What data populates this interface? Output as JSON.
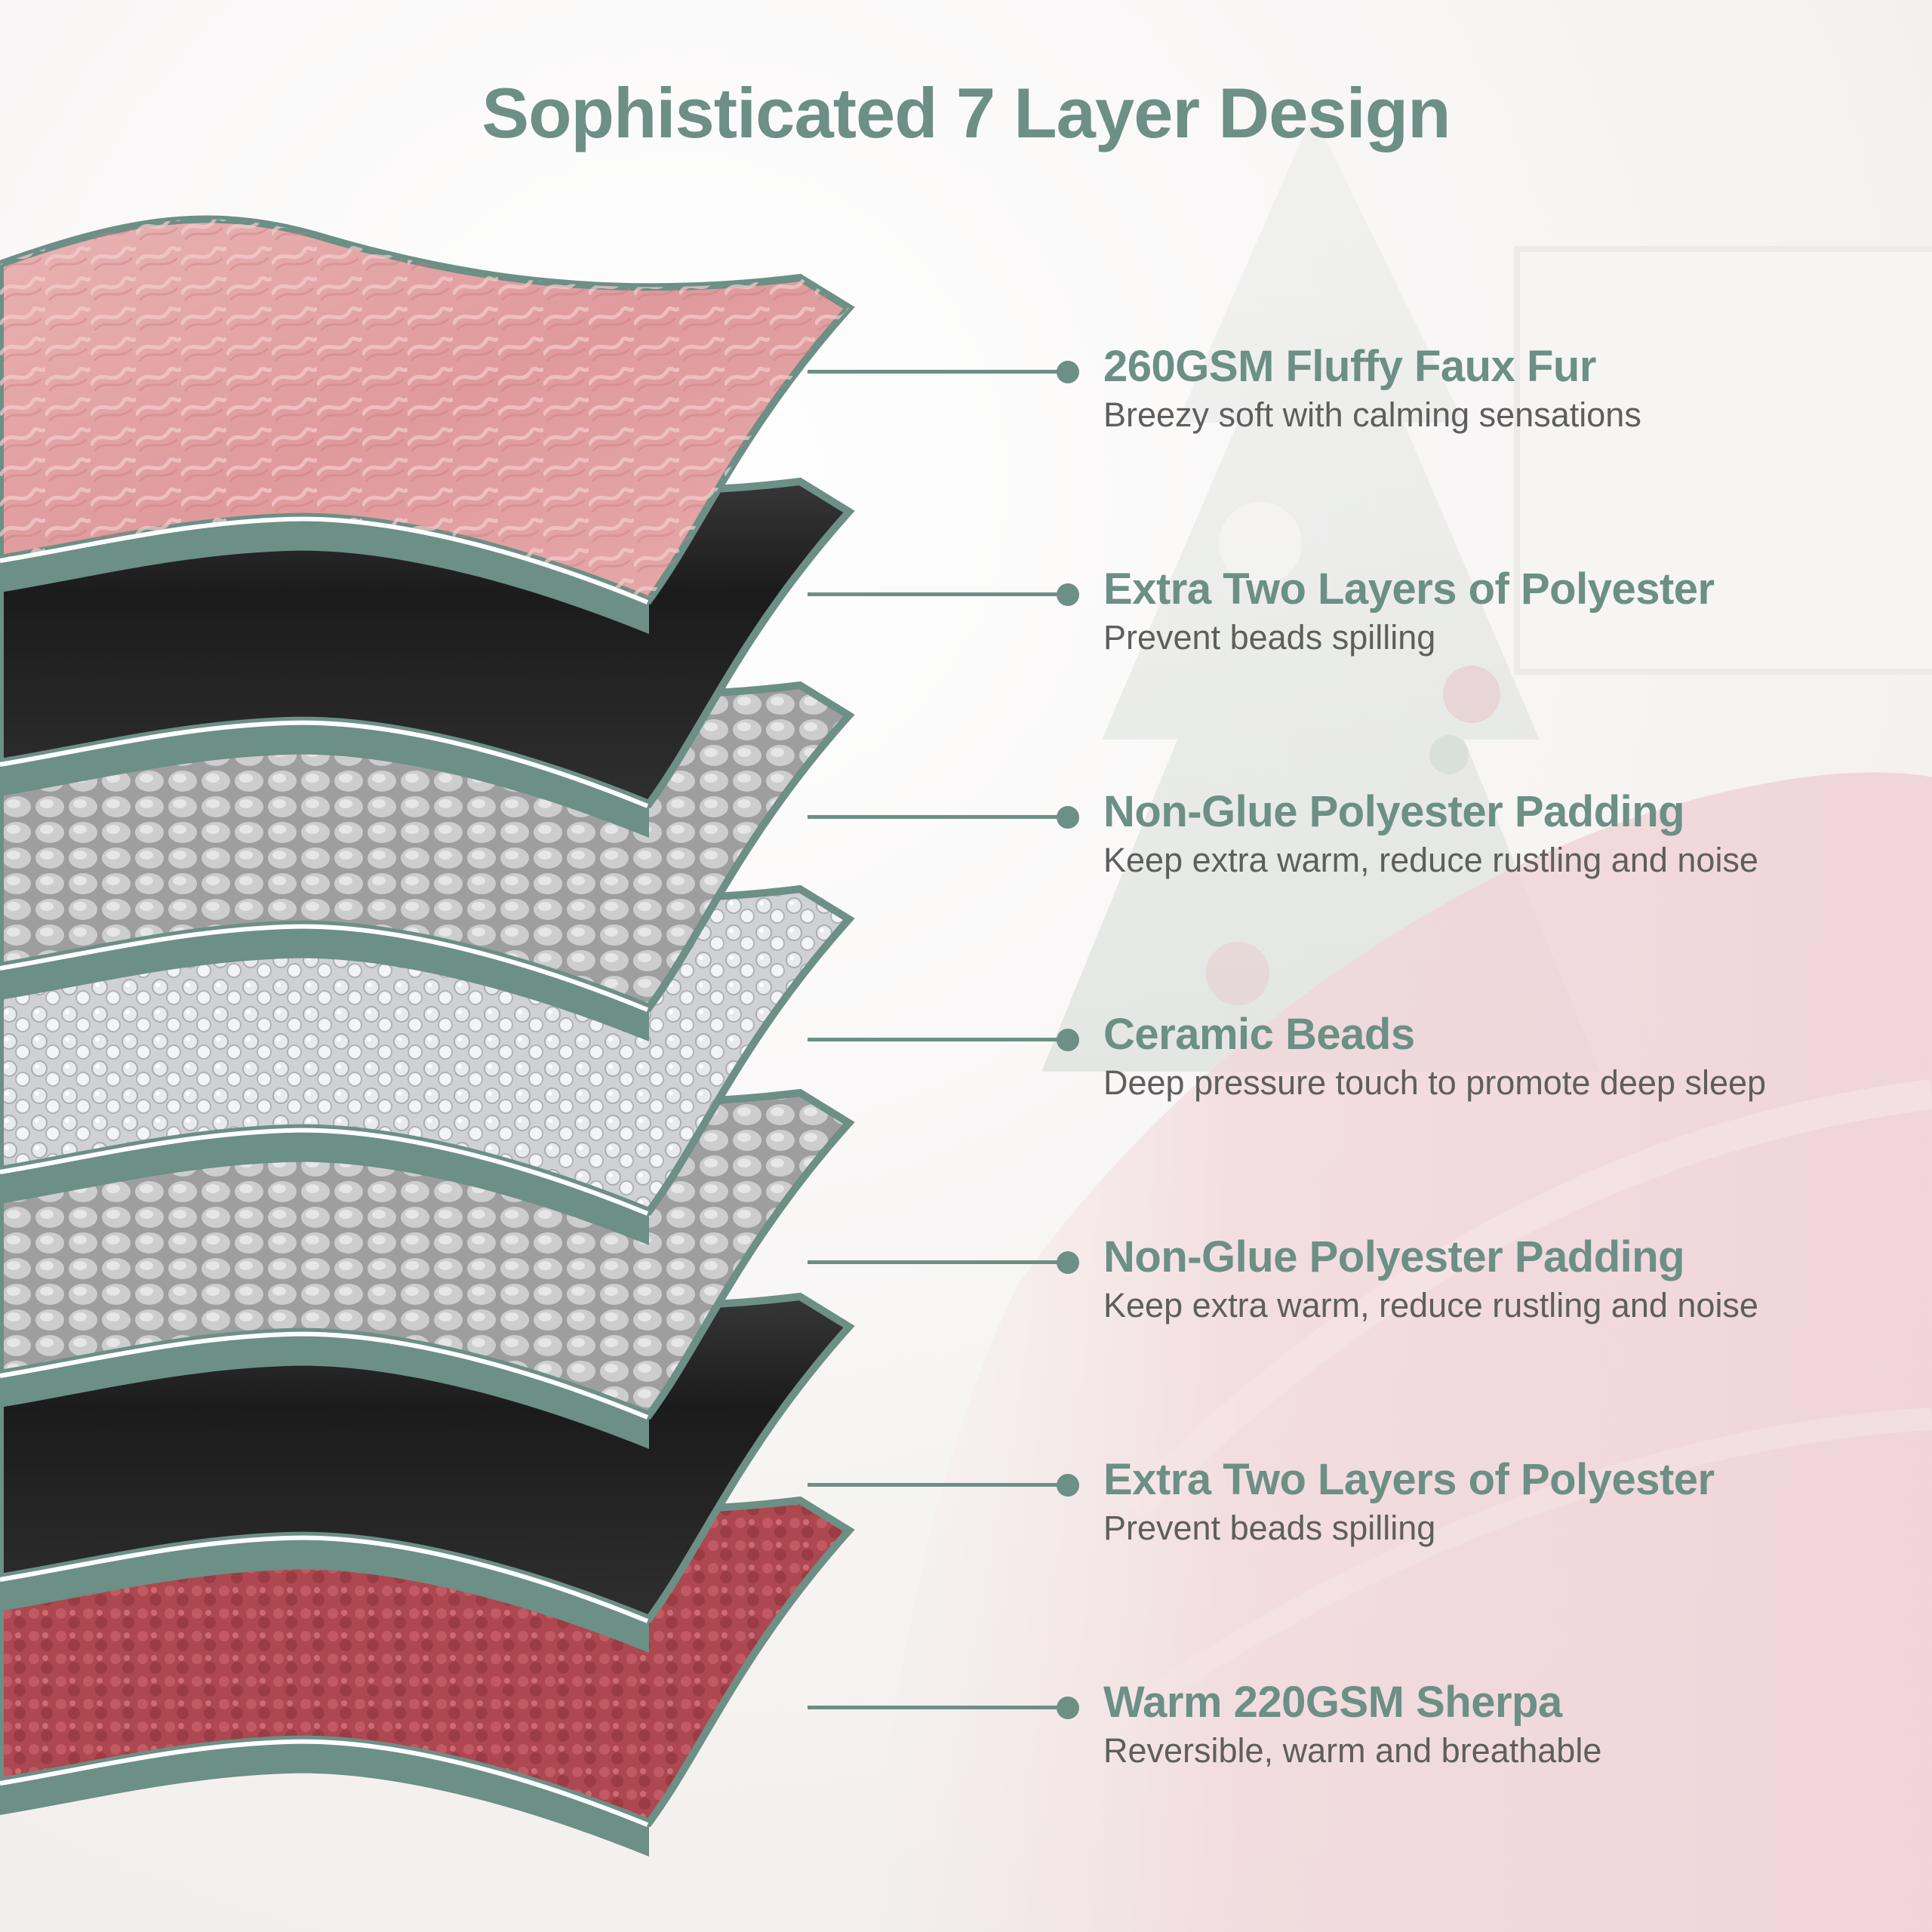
{
  "title": "Sophisticated 7 Layer Design",
  "colors": {
    "accent": "#6c8f86",
    "heading": "#6c8f86",
    "description": "#5e5e5e",
    "faux_fur": "#e3a3a4",
    "polyester": "#262626",
    "padding": "#b9b9b9",
    "beads": "#d9dadb",
    "sherpa": "#b24b52"
  },
  "layers": [
    {
      "heading": "260GSM Fluffy Faux Fur",
      "description": "Breezy soft with calming sensations",
      "texture": "faux-fur"
    },
    {
      "heading": "Extra Two Layers of Polyester",
      "description": "Prevent beads spilling",
      "texture": "polyester"
    },
    {
      "heading": "Non-Glue Polyester Padding",
      "description": "Keep extra warm, reduce rustling and noise",
      "texture": "padding"
    },
    {
      "heading": "Ceramic Beads",
      "description": "Deep pressure touch to promote deep sleep",
      "texture": "beads"
    },
    {
      "heading": "Non-Glue Polyester Padding",
      "description": "Keep extra warm, reduce rustling and noise",
      "texture": "padding"
    },
    {
      "heading": "Extra Two Layers of Polyester",
      "description": "Prevent beads spilling",
      "texture": "polyester"
    },
    {
      "heading": "Warm 220GSM Sherpa",
      "description": "Reversible, warm and breathable",
      "texture": "sherpa"
    }
  ]
}
